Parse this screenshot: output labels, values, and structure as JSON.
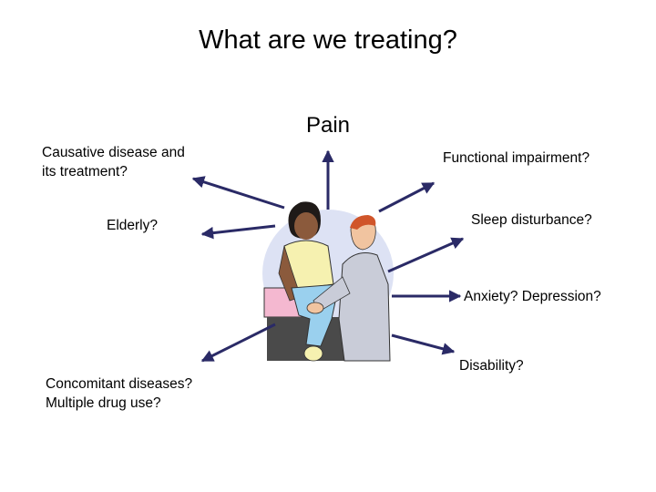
{
  "title": "What are we treating?",
  "center_label": "Pain",
  "labels": {
    "causative_line1": "Causative disease and",
    "causative_line2": "its treatment?",
    "elderly": "Elderly?",
    "concomitant_line1": "Concomitant diseases?",
    "concomitant_line2": "Multiple drug use?",
    "functional": "Functional impairment?",
    "sleep": "Sleep disturbance?",
    "anxiety": "Anxiety? Depression?",
    "disability": "Disability?"
  },
  "colors": {
    "arrow": "#2a2a66",
    "halo": "#dde2f4",
    "table_top": "#f4b8d0",
    "table_base": "#4a4a4a",
    "patient_shirt": "#f6f1b0",
    "patient_pants": "#9ad0ee",
    "doctor_coat": "#c9ccd8",
    "skin_dark": "#8b5a3c",
    "skin_light": "#f1c4a0"
  }
}
